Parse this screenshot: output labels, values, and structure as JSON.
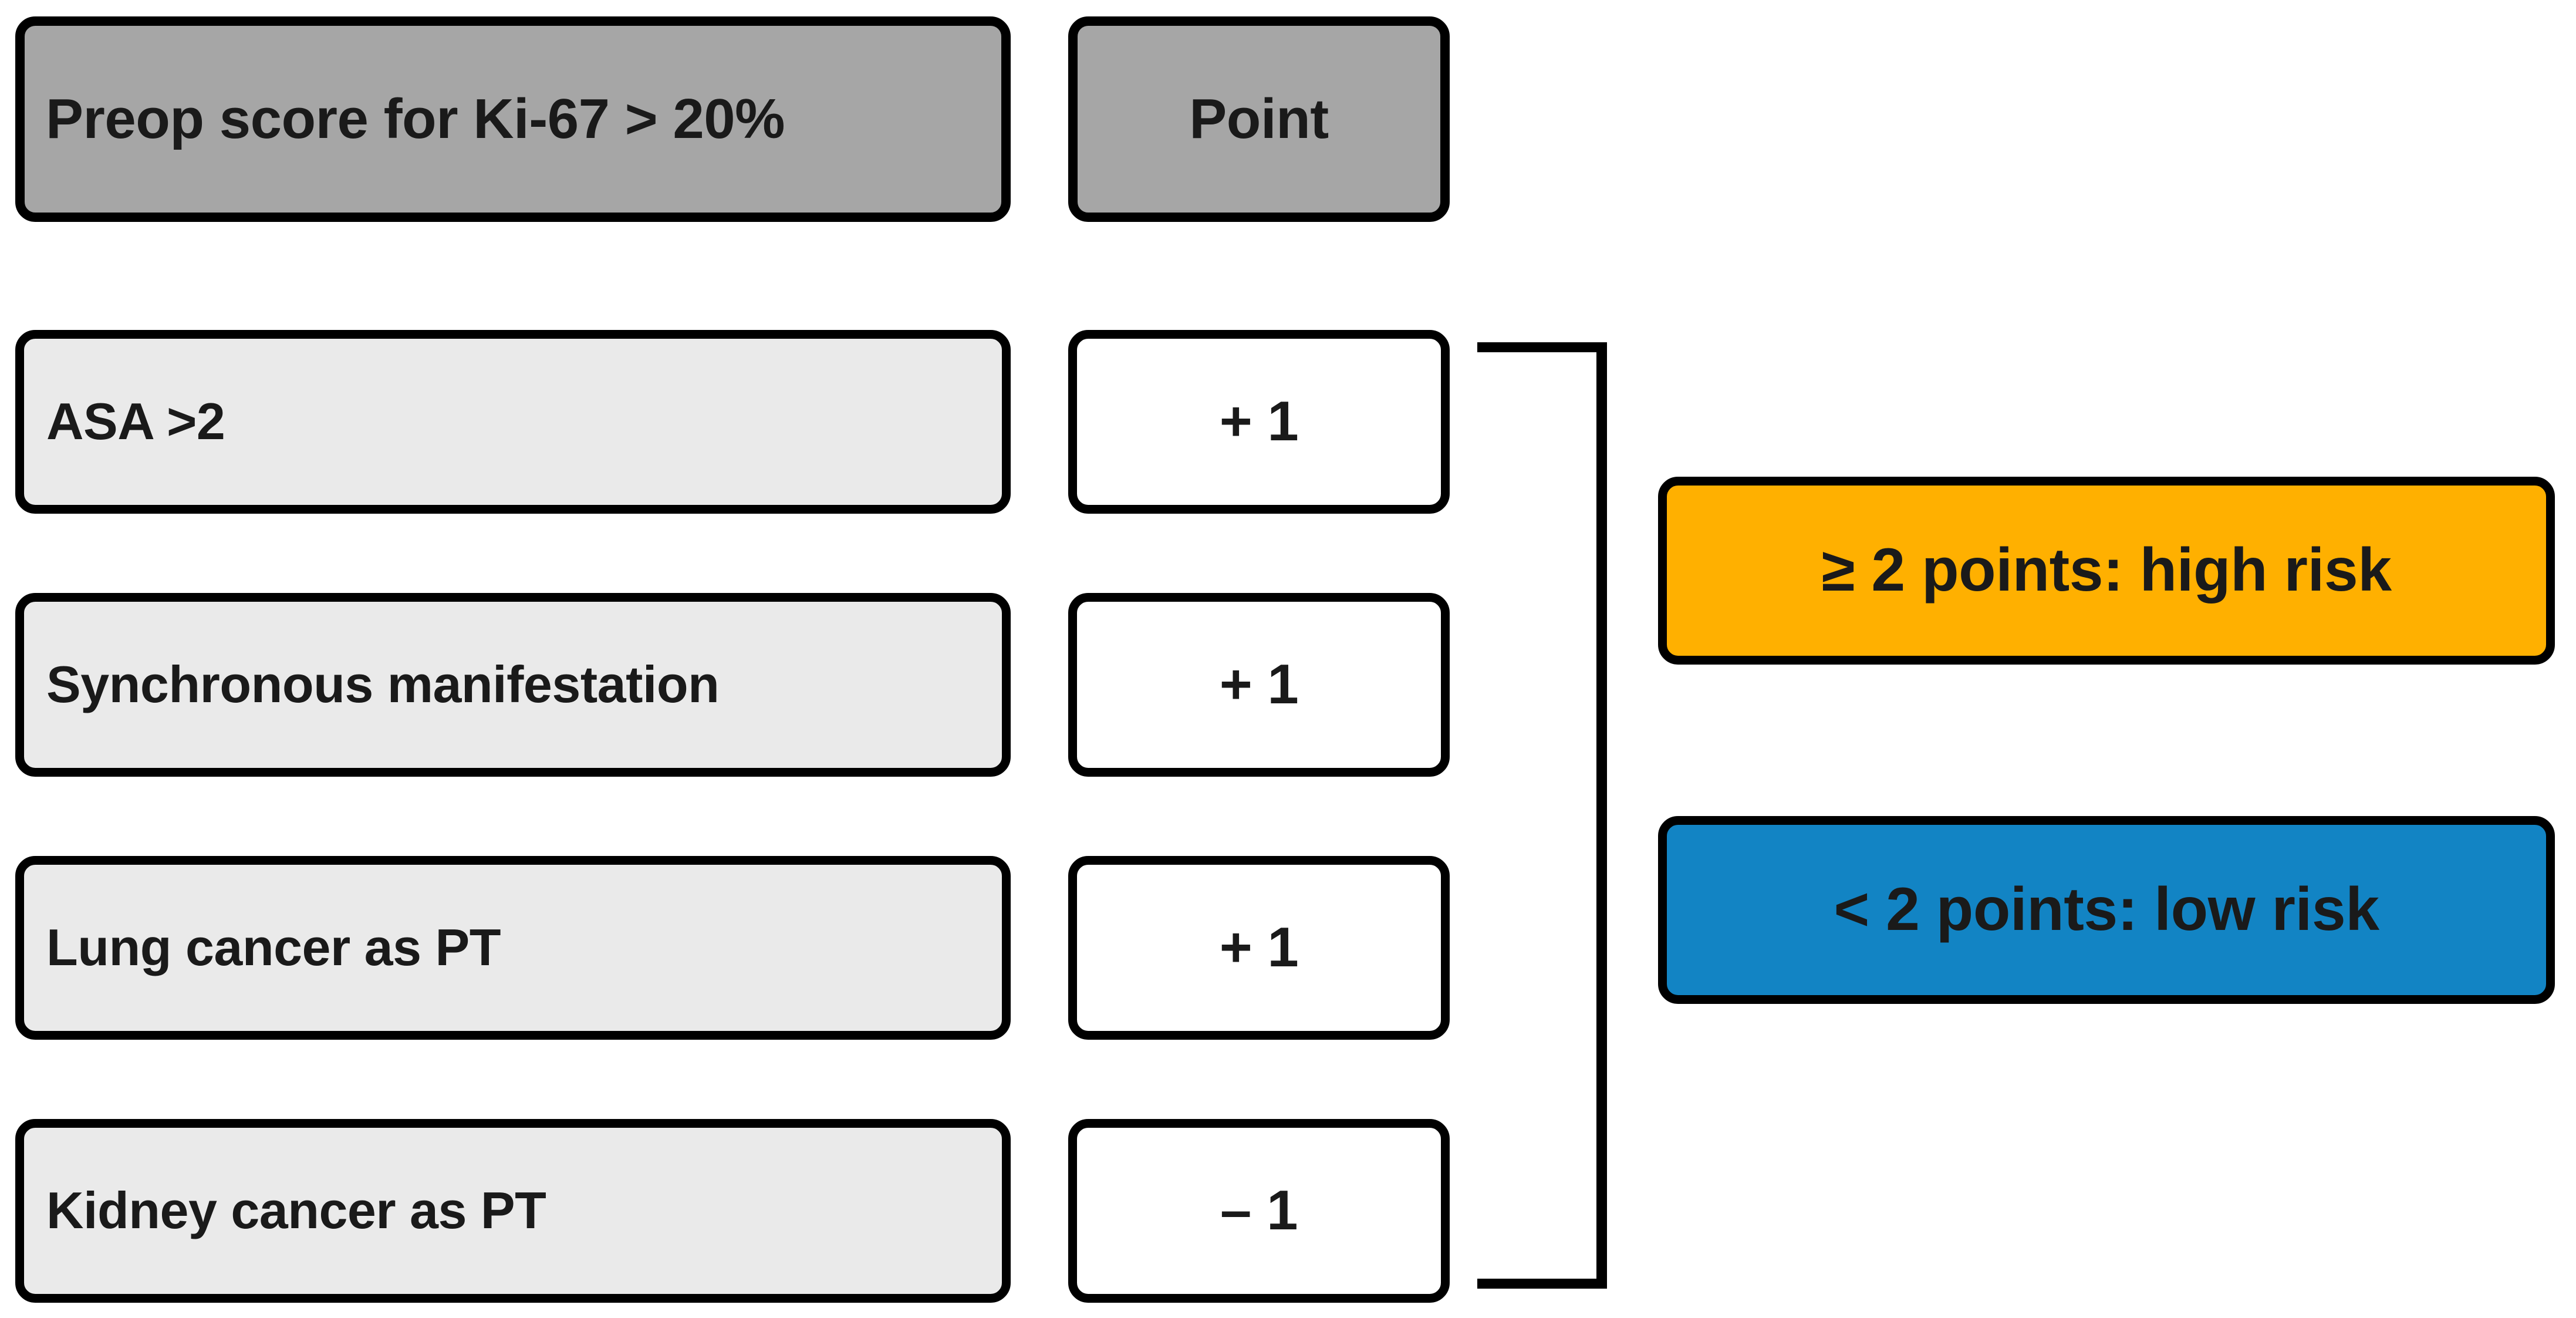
{
  "table": {
    "header": {
      "criterion_label": "Preop score for Ki-67 > 20%",
      "point_label": "Point"
    },
    "rows": [
      {
        "criterion": "ASA >2",
        "point": "+ 1"
      },
      {
        "criterion": "Synchronous manifestation",
        "point": "+ 1"
      },
      {
        "criterion": "Lung cancer as PT",
        "point": "+ 1"
      },
      {
        "criterion": "Kidney cancer as PT",
        "point": "– 1"
      }
    ]
  },
  "risk": {
    "high": {
      "label": "≥ 2 points: high risk",
      "color": "#ffb000"
    },
    "low": {
      "label": "< 2 points: low risk",
      "color": "#1284c4"
    }
  },
  "colors": {
    "header_fill": "#a6a6a6",
    "row_fill": "#eaeaea",
    "point_fill": "#ffffff",
    "outline": "#000000",
    "text": "#1a1a1a",
    "background": "#ffffff"
  }
}
